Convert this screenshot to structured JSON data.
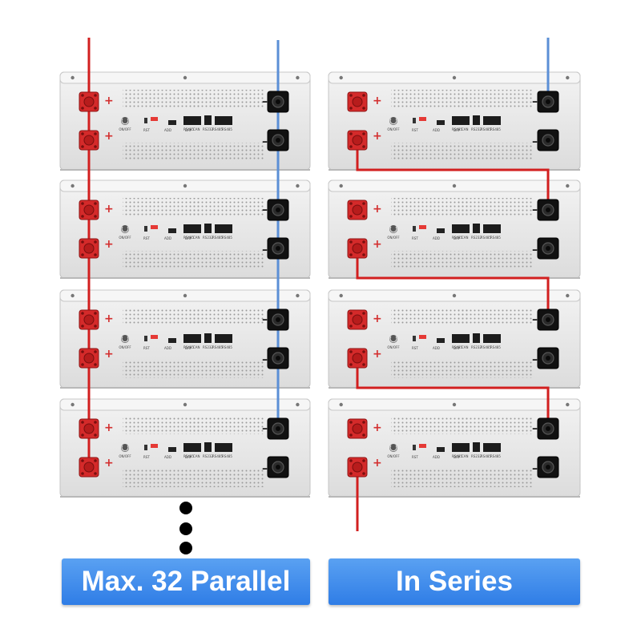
{
  "labels": {
    "parallel": "Max. 32 Parallel",
    "series": "In Series"
  },
  "module": {
    "switch_label": "ON/OFF",
    "plus_sign": "+",
    "minus_sign": "–",
    "port_labels": [
      "RS485",
      "CAN",
      "RS232",
      "RS485",
      "RS485"
    ],
    "small_labels": [
      "RST",
      "ADD",
      "DRY"
    ]
  },
  "parallel_stack": {
    "module_count": 4,
    "continues": true
  },
  "series_stack": {
    "module_count": 4
  },
  "colors": {
    "positive_cable": "#d21f1f",
    "negative_cable": "#5b8fd6",
    "module_body": "#eaeaea",
    "positive_terminal": "#d42a2a",
    "negative_terminal": "#111111",
    "label_background": "#3f8be9",
    "label_text": "#ffffff"
  },
  "icons": [
    "battery-module",
    "positive-terminal",
    "negative-terminal",
    "power-button-icon",
    "continuation-dots"
  ]
}
